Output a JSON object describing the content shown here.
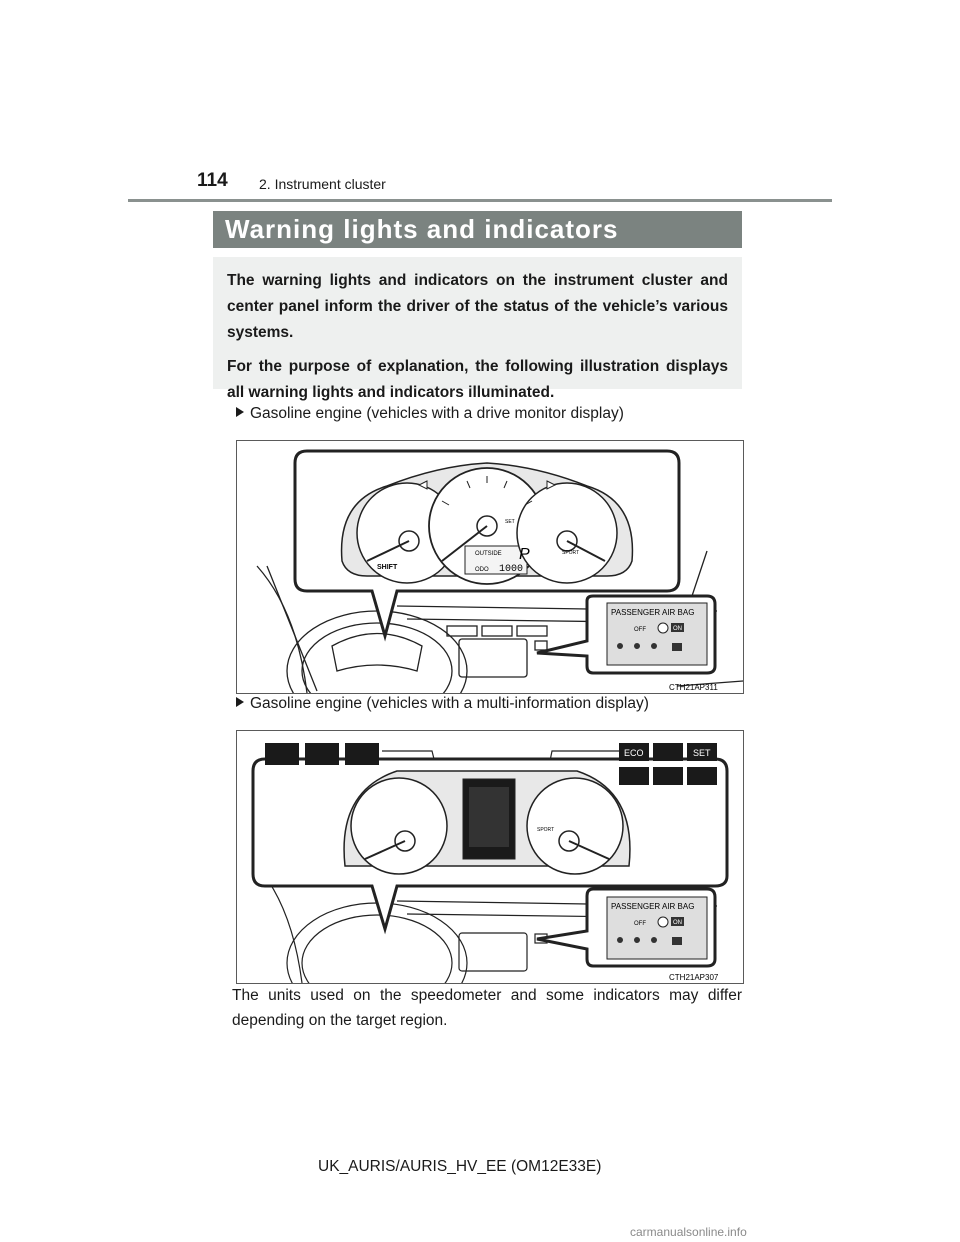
{
  "header": {
    "page_number": "114",
    "section": "2. Instrument cluster"
  },
  "title": "Warning lights and indicators",
  "intro": {
    "paragraph1": "The warning lights and indicators on the instrument cluster and center panel inform the driver of the status of the vehicle’s various systems.",
    "paragraph2": "For the purpose of explanation, the following illustration displays all warning lights and indicators illuminated."
  },
  "figures": [
    {
      "caption": "Gasoline engine (vehicles with a drive monitor display)",
      "code": "CTH21AP311",
      "panel_title": "PASSENGER AIR BAG",
      "off_label": "OFF",
      "on_label": "ON",
      "display_text": "OUTSIDE",
      "odo_label": "ODO",
      "odo_value": "1000",
      "shift_label": "SHIFT",
      "sport_label": "SPORT",
      "set_label": "SET",
      "gear": "P"
    },
    {
      "caption": "Gasoline engine (vehicles with a multi-information display)",
      "code": "CTH21AP307",
      "panel_title": "PASSENGER AIR BAG",
      "off_label": "OFF",
      "on_label": "ON",
      "eco_label": "ECO",
      "set_label": "SET",
      "sport_label": "SPORT"
    }
  ],
  "note": "The units used on the speedometer and some indicators may differ depending on the target region.",
  "footer": "UK_AURIS/AURIS_HV_EE (OM12E33E)",
  "watermark": "carmanualsonline.info"
}
